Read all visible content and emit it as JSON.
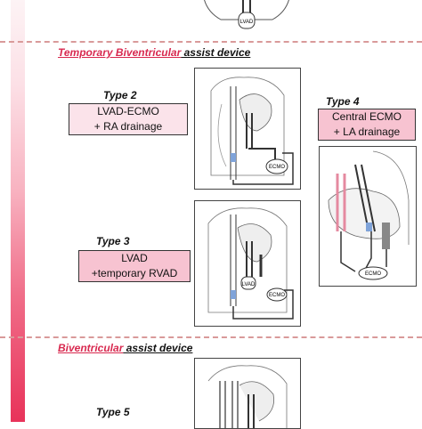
{
  "sections": [
    {
      "title_part1": "Temporary Biventricular",
      "title_part2": " assist device"
    },
    {
      "title_part1": "Biventricular",
      "title_part2": " assist device"
    }
  ],
  "types": [
    {
      "label": "Type 2",
      "line1": "LVAD-ECMO",
      "line2": "+ RA drainage"
    },
    {
      "label": "Type 3",
      "line1": "LVAD",
      "line2": "+temporary RVAD"
    },
    {
      "label": "Type 4",
      "line1": "Central ECMO",
      "line2": "+ LA drainage"
    },
    {
      "label": "Type 5"
    }
  ],
  "device_labels": {
    "lvad": "LVAD",
    "ecmo": "ECMO"
  },
  "colors": {
    "accent": "#d8294f",
    "box_light": "#fbe3ea",
    "box_mid": "#f7c3d1",
    "gradient_end": "#e8335a"
  }
}
